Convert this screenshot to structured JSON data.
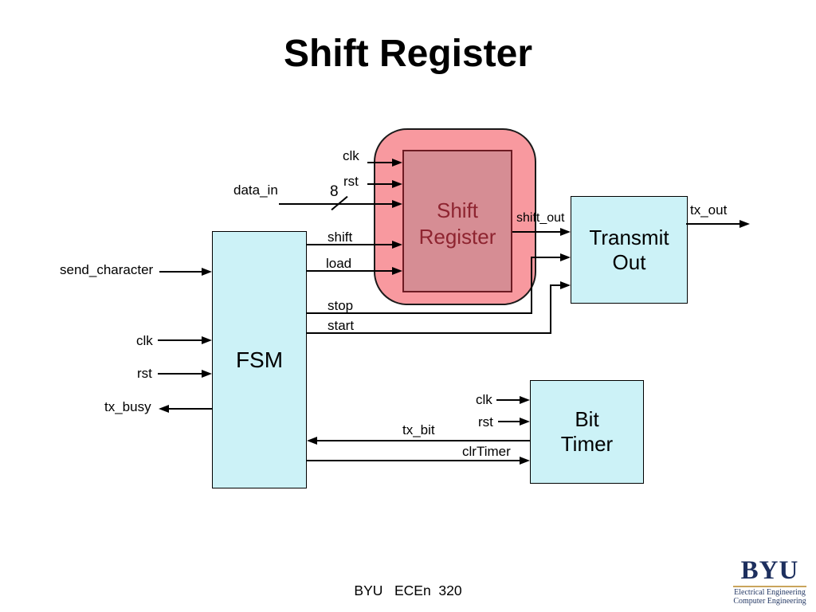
{
  "slide": {
    "title": "Shift Register",
    "footer": "BYU   ECEn  320"
  },
  "blocks": {
    "fsm": {
      "label": "FSM"
    },
    "shift_register": {
      "line1": "Shift",
      "line2": "Register"
    },
    "transmit_out": {
      "line1": "Transmit",
      "line2": "Out"
    },
    "bit_timer": {
      "line1": "Bit",
      "line2": "Timer"
    }
  },
  "signals": {
    "shift_register": {
      "clk": "clk",
      "rst": "rst",
      "data_in": "data_in",
      "bus_width": "8",
      "shift": "shift",
      "load": "load",
      "shift_out": "shift_out"
    },
    "fsm": {
      "send_character": "send_character",
      "clk": "clk",
      "rst": "rst",
      "tx_busy": "tx_busy",
      "stop": "stop",
      "start": "start"
    },
    "transmit_out": {
      "tx_out": "tx_out"
    },
    "bit_timer": {
      "clk": "clk",
      "rst": "rst",
      "tx_bit": "tx_bit",
      "clrTimer": "clrTimer"
    }
  },
  "logo": {
    "name": "BYU",
    "sub_line1": "Electrical Engineering",
    "sub_line2": "Computer Engineering"
  },
  "colors": {
    "block_fill": "#ccf2f7",
    "shift_outer_fill": "#f8999f",
    "shift_inner_fill": "#d68d94",
    "shift_text": "#8e2430",
    "wire": "#000000",
    "logo_navy": "#1d2f5e",
    "logo_gold": "#c9a45c"
  }
}
